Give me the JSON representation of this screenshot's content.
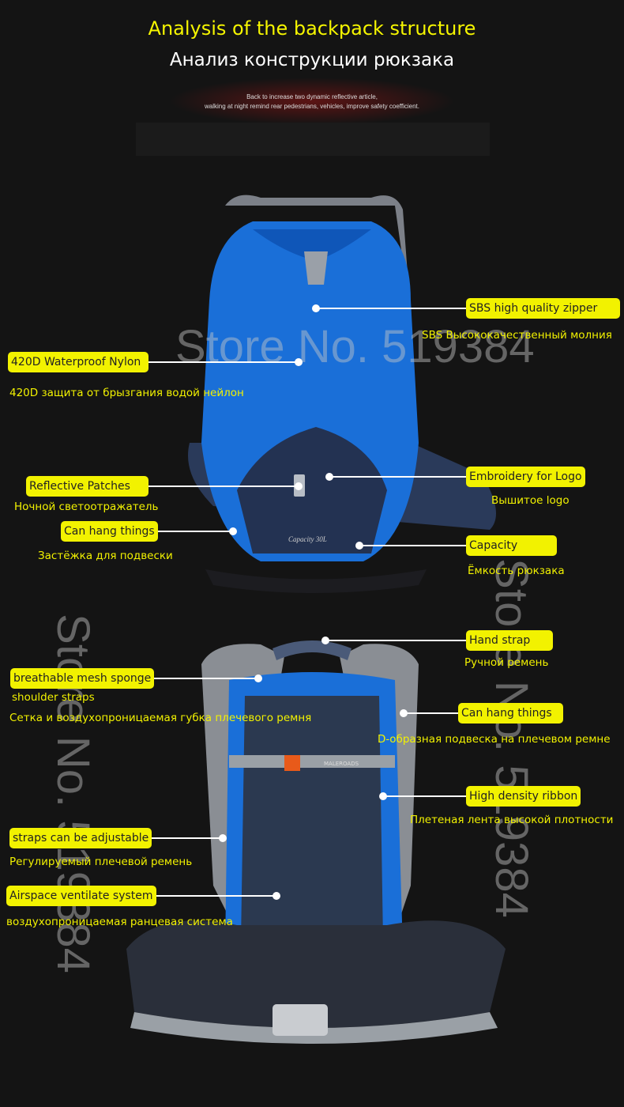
{
  "header": {
    "title_en": "Analysis of the backpack structure",
    "title_ru": "Анализ конструкции рюкзака",
    "note_line1": "Back to increase two dynamic reflective article,",
    "note_line2": "walking at night remind rear pedestrians, vehicles, improve safety coefficient."
  },
  "watermark": "Store No. 519384",
  "callouts": [
    {
      "label": "SBS high quality zipper",
      "subs": [
        "SBS Высококачественный молния"
      ]
    },
    {
      "label": "420D Waterproof Nylon",
      "subs": [
        "420D защита от брызгания водой нейлон"
      ]
    },
    {
      "label": "Reflective Patches",
      "subs": [
        "Ночной светоотражатель"
      ]
    },
    {
      "label": "Can hang things",
      "subs": [
        "Застёжка для подвески"
      ]
    },
    {
      "label": "Embroidery for Logo",
      "subs": [
        "Вышитое logo"
      ]
    },
    {
      "label": "Capacity",
      "subs": [
        "Ёмкость рюкзака"
      ]
    },
    {
      "label": "Hand strap",
      "subs": [
        "Ручной ремень"
      ]
    },
    {
      "label": "breathable mesh sponge",
      "subs": [
        "shoulder straps",
        "Сетка и воздухопроницаемая губка плечевого ремня"
      ]
    },
    {
      "label": "Can hang things",
      "subs": [
        "D-образная подвеска на плечевом ремне"
      ]
    },
    {
      "label": "High density ribbon",
      "subs": [
        "Плетеная лента высокой плотности"
      ]
    },
    {
      "label": "straps can be adjustable",
      "subs": [
        "Регулируемый плечевой ремень"
      ]
    },
    {
      "label": "Airspace ventilate system",
      "subs": [
        "воздухопроницаемая ранцевая система"
      ]
    }
  ],
  "product": {
    "brand": "MALEROADS",
    "capacity": "Capacity 30L"
  }
}
